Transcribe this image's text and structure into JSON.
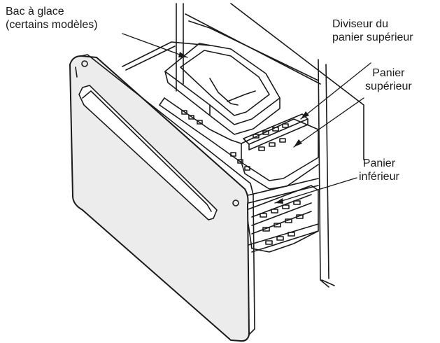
{
  "labels": {
    "ice_bin": {
      "line1": "Bac à glace",
      "line2": "(certains modèles)"
    },
    "upper_divider": {
      "line1": "Diviseur du",
      "line2": "panier supérieur"
    },
    "upper_basket": {
      "line1": "Panier",
      "line2": "supérieur"
    },
    "lower_basket": {
      "line1": "Panier",
      "line2": "inférieur"
    }
  },
  "colors": {
    "line": "#1a1a1a",
    "door_fill": "#ececec",
    "paper": "#ffffff"
  }
}
